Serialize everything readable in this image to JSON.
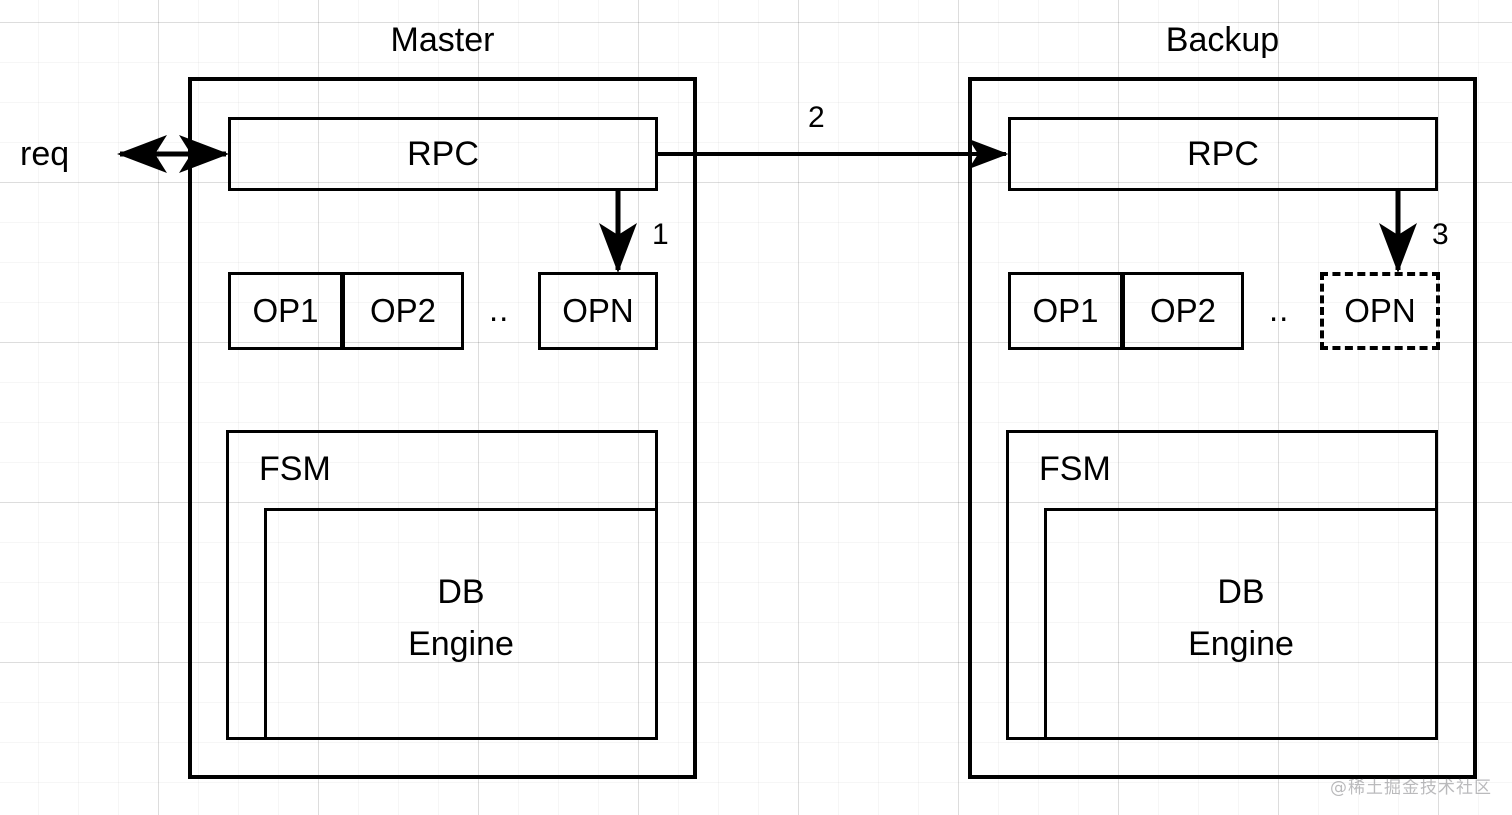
{
  "diagram": {
    "title_master": "Master",
    "title_backup": "Backup",
    "request_label": "req",
    "watermark": "@稀土掘金技术社区",
    "stroke_color": "#000000",
    "background_color": "#ffffff",
    "grid_color": "#e8e8e8"
  },
  "master": {
    "name": "Master",
    "rpc": {
      "label": "RPC"
    },
    "ops": [
      {
        "label": "OP1",
        "style": "solid"
      },
      {
        "label": "OP2",
        "style": "solid"
      },
      {
        "label": "..",
        "style": "ellipsis"
      },
      {
        "label": "OPN",
        "style": "solid"
      }
    ],
    "fsm": {
      "label": "FSM"
    },
    "db": {
      "line1": "DB",
      "line2": "Engine"
    }
  },
  "backup": {
    "name": "Backup",
    "rpc": {
      "label": "RPC"
    },
    "ops": [
      {
        "label": "OP1",
        "style": "solid"
      },
      {
        "label": "OP2",
        "style": "solid"
      },
      {
        "label": "..",
        "style": "ellipsis"
      },
      {
        "label": "OPN",
        "style": "dashed"
      }
    ],
    "fsm": {
      "label": "FSM"
    },
    "db": {
      "line1": "DB",
      "line2": "Engine"
    }
  },
  "arrows": [
    {
      "id": "req",
      "label": "req",
      "kind": "bidirectional",
      "from": "client",
      "to": "master-rpc"
    },
    {
      "id": "step1",
      "label": "1",
      "kind": "directional",
      "from": "master-rpc",
      "to": "master-opn"
    },
    {
      "id": "step2",
      "label": "2",
      "kind": "directional",
      "from": "master-rpc",
      "to": "backup-rpc"
    },
    {
      "id": "step3",
      "label": "3",
      "kind": "directional",
      "from": "backup-rpc",
      "to": "backup-opn"
    }
  ]
}
